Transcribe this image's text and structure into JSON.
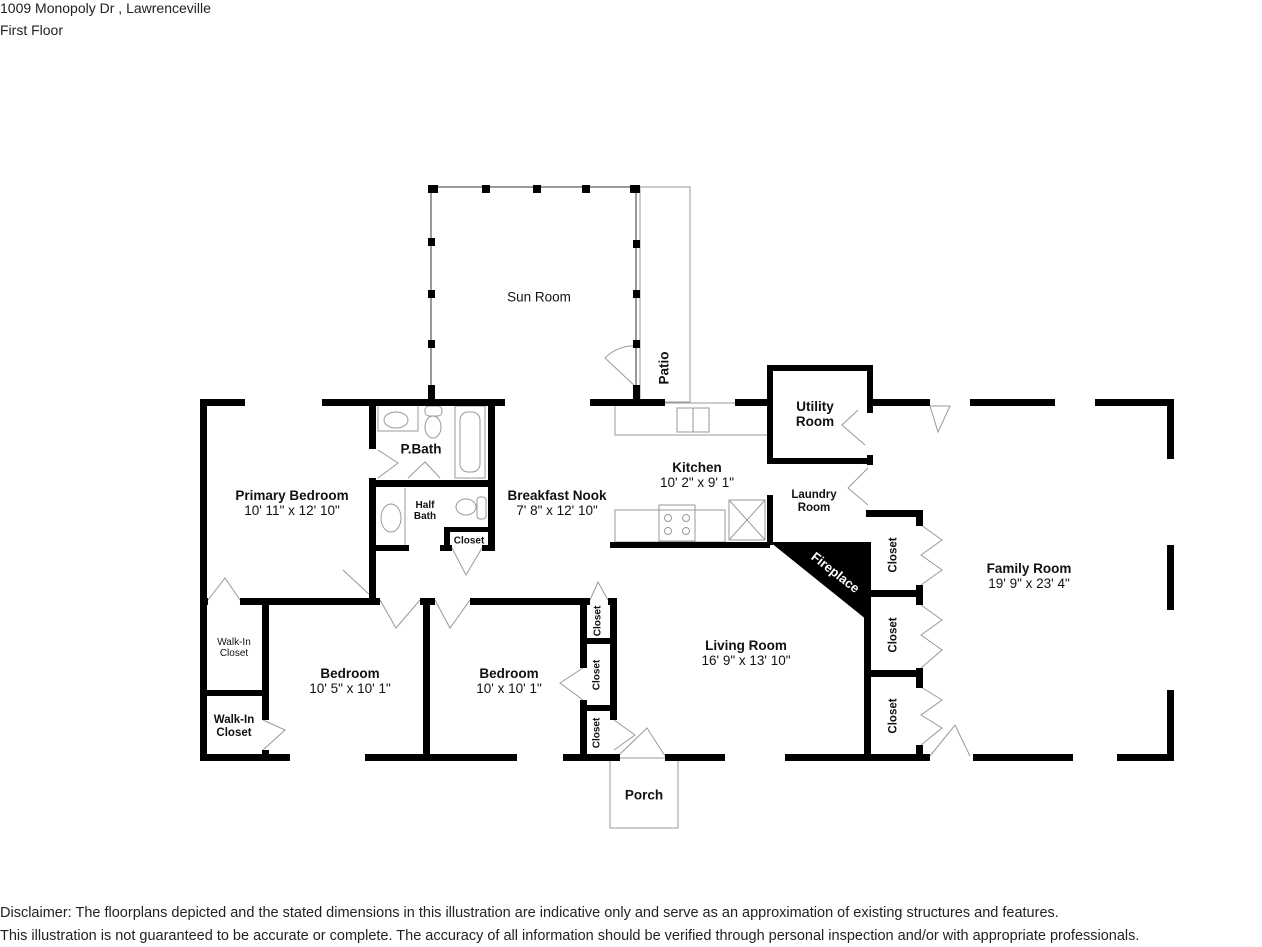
{
  "header": {
    "address": "1009 Monopoly Dr , Lawrenceville",
    "floor": "First Floor"
  },
  "rooms": {
    "sun_room": {
      "name": "Sun Room"
    },
    "patio": {
      "name": "Patio"
    },
    "utility_room": {
      "name": "Utility\nRoom",
      "line1": "Utility",
      "line2": "Room"
    },
    "p_bath": {
      "name": "P.Bath"
    },
    "half_bath": {
      "line1": "Half",
      "line2": "Bath"
    },
    "closet_bath": {
      "name": "Closet"
    },
    "primary_bedroom": {
      "name": "Primary Bedroom",
      "dims": "10' 11\" x 12' 10\""
    },
    "breakfast_nook": {
      "name": "Breakfast Nook",
      "dims": "7' 8\" x 12' 10\""
    },
    "kitchen": {
      "name": "Kitchen",
      "dims": "10' 2\" x 9' 1\""
    },
    "laundry_room": {
      "line1": "Laundry",
      "line2": "Room"
    },
    "fireplace": {
      "name": "Fireplace"
    },
    "family_room": {
      "name": "Family Room",
      "dims": "19' 9\" x 23' 4\""
    },
    "family_closets": [
      {
        "name": "Closet"
      },
      {
        "name": "Closet"
      },
      {
        "name": "Closet"
      }
    ],
    "walk_in_closet_1": {
      "line1": "Walk-In",
      "line2": "Closet"
    },
    "walk_in_closet_2": {
      "line1": "Walk-In",
      "line2": "Closet"
    },
    "bedroom_1": {
      "name": "Bedroom",
      "dims": "10' 5\" x 10' 1\""
    },
    "bedroom_2": {
      "name": "Bedroom",
      "dims": "10' x 10' 1\""
    },
    "hall_closets": [
      {
        "name": "Closet"
      },
      {
        "name": "Closet"
      },
      {
        "name": "Closet"
      }
    ],
    "living_room": {
      "name": "Living Room",
      "dims": "16' 9\" x 13' 10\""
    },
    "porch": {
      "name": "Porch"
    }
  },
  "disclaimer": {
    "line1": "Disclaimer: The floorplans depicted and the stated dimensions in this illustration are indicative only and serve as an approximation of existing structures and features.",
    "line2": "This illustration is not guaranteed to be accurate or complete. The accuracy of all information should be verified through personal inspection and/or with appropriate professionals."
  },
  "colors": {
    "wall": "#000000",
    "line": "#888888",
    "background": "#ffffff"
  }
}
